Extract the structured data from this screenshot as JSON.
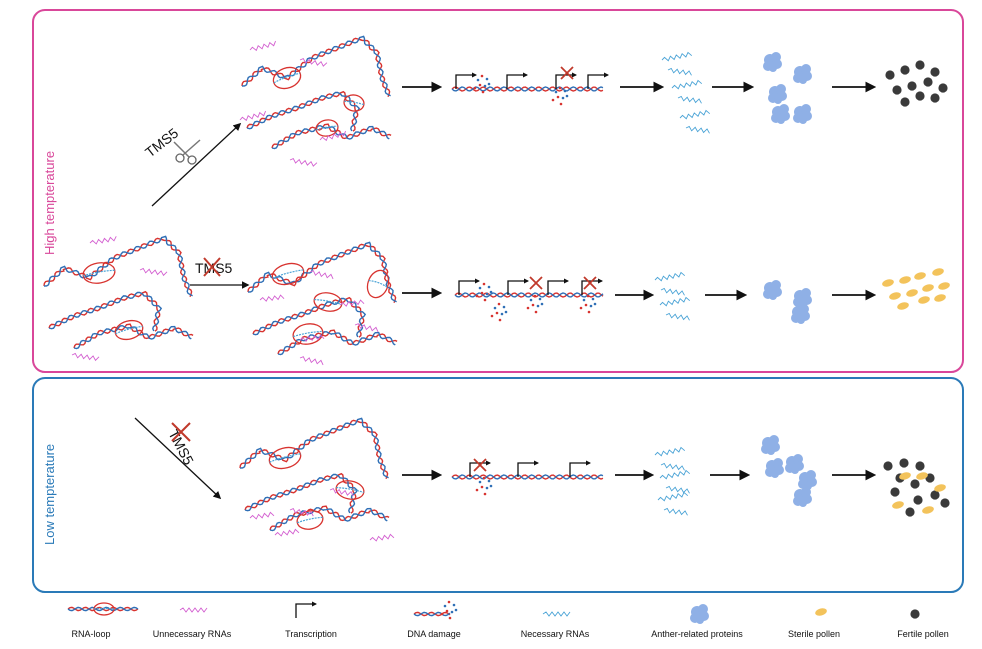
{
  "panels": {
    "high": {
      "label": "High tempterature",
      "color": "#d9479a"
    },
    "low": {
      "label": "Low tempterature",
      "color": "#2a7ab8"
    }
  },
  "gene_labels": {
    "high_active": "TMS5",
    "high_knockout": "TMS5",
    "low_knockout": "TMS5"
  },
  "legend": {
    "rna_loop": "RNA-loop",
    "unnecessary_rnas": "Unnecessary RNAs",
    "transcription": "Transcription",
    "dna_damage": "DNA damage",
    "necessary_rnas": "Necessary RNAs",
    "anther_proteins": "Anther-related proteins",
    "sterile_pollen": "Sterile pollen",
    "fertile_pollen": "Fertile pollen"
  },
  "colors": {
    "dna_red": "#d8332f",
    "dna_blue": "#2f6fb6",
    "unnecessary_rna": "#d35fd0",
    "necessary_rna": "#4aa3d6",
    "protein": "#8fb0e6",
    "sterile_pollen": "#f3c35b",
    "fertile_pollen": "#3a3a3a",
    "cross": "#c0392b"
  }
}
